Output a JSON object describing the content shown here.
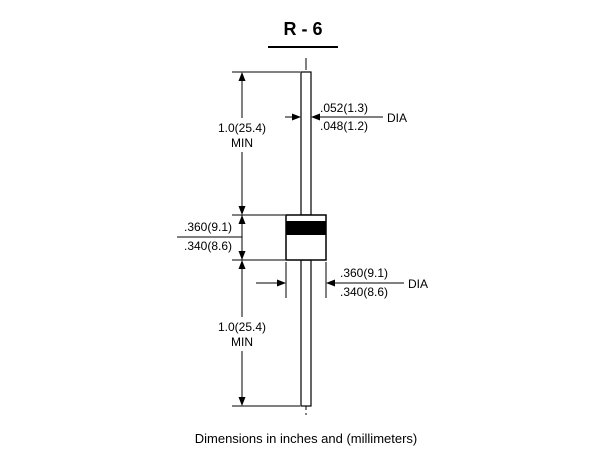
{
  "title": "R - 6",
  "caption": "Dimensions in inches and (millimeters)",
  "lead_diameter": {
    "max": ".052(1.3)",
    "min": ".048(1.2)",
    "suffix": "DIA"
  },
  "lead_length_top": {
    "value": "1.0(25.4)",
    "qualifier": "MIN"
  },
  "body_length": {
    "max": ".360(9.1)",
    "min": ".340(8.6)"
  },
  "body_diameter": {
    "max": ".360(9.1)",
    "min": ".340(8.6)",
    "suffix": "DIA"
  },
  "lead_length_bottom": {
    "value": "1.0(25.4)",
    "qualifier": "MIN"
  },
  "colors": {
    "ink": "#000000",
    "background": "#ffffff"
  }
}
